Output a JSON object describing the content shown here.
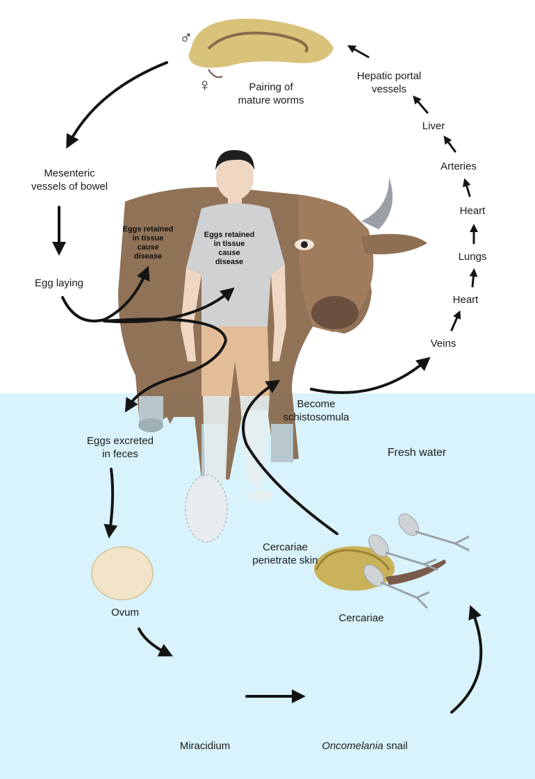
{
  "labels": {
    "pairing": "Pairing of\nmature worms",
    "male_symbol": "♂",
    "female_symbol": "♀",
    "hepatic": "Hepatic portal\nvessels",
    "liver": "Liver",
    "arteries": "Arteries",
    "heart_top": "Heart",
    "lungs": "Lungs",
    "heart_bottom": "Heart",
    "veins": "Veins",
    "mesenteric": "Mesenteric\nvessels of bowel",
    "egg_laying": "Egg laying",
    "eggs_retained_cow": "Eggs retained\nin tissue\ncause\ndisease",
    "eggs_retained_man": "Eggs retained\nin tissue\ncause\ndisease",
    "become": "Become\nschistosomula",
    "eggs_excreted": "Eggs excreted\nin feces",
    "fresh_water": "Fresh water",
    "cercariae_penetrate": "Cercariae\npenetrate skin",
    "ovum": "Ovum",
    "cercariae": "Cercariae",
    "miracidium": "Miracidium",
    "snail_genus": "Oncomelania",
    "snail_word": " snail"
  },
  "colors": {
    "water": "#d8f3fb",
    "cow": "#8a6a4e",
    "shirt": "#cfd1d3",
    "shorts": "#e3bc98",
    "skin": "#efd7c3",
    "worm": "#d9c27a",
    "snail_shell": "#c9b25a",
    "arrow": "#141414"
  }
}
